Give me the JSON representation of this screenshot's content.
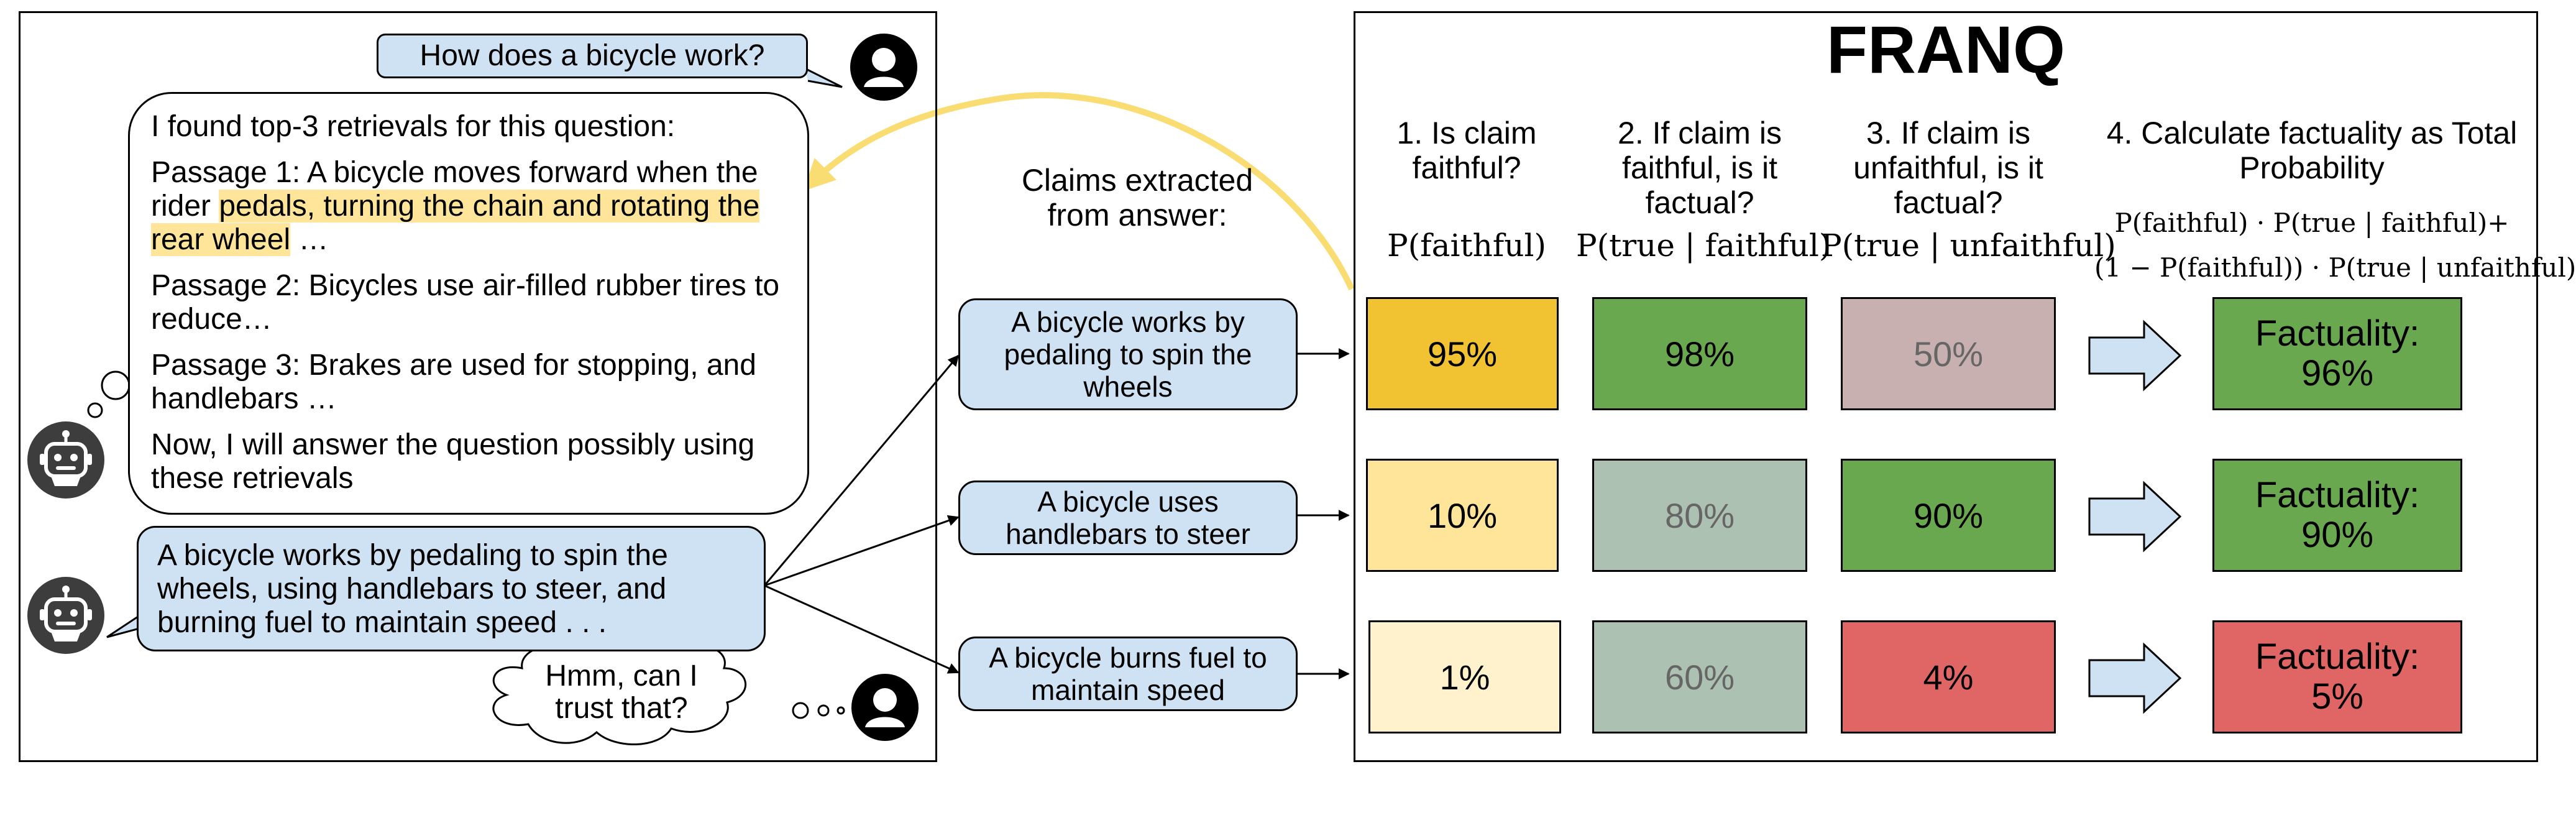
{
  "colors": {
    "claim_bg": "#cfe2f3",
    "highlight": "#ffe599",
    "arrow_yellow": "#f9dc72",
    "robot_gray": "#3d3d3d"
  },
  "chat": {
    "question": "How does a bicycle work?",
    "retrieval_intro": "I found top-3 retrievals for this question:",
    "passage1_prefix": "Passage 1: A bicycle moves forward when the rider ",
    "passage1_highlight": "pedals, turning the chain and rotating the rear wheel",
    "passage1_suffix": " …",
    "passage2": "Passage 2: Bicycles use air-filled rubber tires to reduce…",
    "passage3": "Passage 3: Brakes are used for stopping, and handlebars …",
    "answer_intro": "Now, I will answer the question possibly using these retrievals",
    "answer": "A bicycle works by pedaling to spin the wheels, using handlebars to steer, and burning fuel to maintain speed . . .",
    "doubt": "Hmm, can I trust that?",
    "icons": [
      "user-avatar-icon",
      "robot-icon",
      "thought-bubble-icon"
    ]
  },
  "claims_header": "Claims extracted from answer:",
  "claims": [
    "A bicycle works by pedaling to spin the wheels",
    "A bicycle uses handlebars to steer",
    "A bicycle burns fuel to maintain speed"
  ],
  "franq": {
    "title": "FRANQ",
    "columns": [
      {
        "heading": "1. Is claim faithful?",
        "formula": "P(faithful)"
      },
      {
        "heading": "2. If claim is faithful, is it factual?",
        "formula": "P(true | faithful)"
      },
      {
        "heading": "3. If claim is unfaithful, is it factual?",
        "formula": "P(true | unfaithful)"
      },
      {
        "heading": "4. Calculate factuality as Total Probability",
        "formula_line1": "P(faithful) · P(true | faithful)+",
        "formula_line2": "(1 − P(faithful)) · P(true | unfaithful)"
      }
    ],
    "rows": [
      {
        "faithful": "95%",
        "true_given_faithful": "98%",
        "true_given_unfaithful": "50%",
        "factuality_label": "Factuality:",
        "factuality": "96%",
        "colors": {
          "faithful": "#f1c232",
          "tgf": "#6aa84f",
          "tgu": "#c9b0b0",
          "fact": "#6aa84f"
        }
      },
      {
        "faithful": "10%",
        "true_given_faithful": "80%",
        "true_given_unfaithful": "90%",
        "factuality_label": "Factuality:",
        "factuality": "90%",
        "colors": {
          "faithful": "#ffe599",
          "tgf": "#adc1b2",
          "tgu": "#6aa84f",
          "fact": "#6aa84f"
        }
      },
      {
        "faithful": "1%",
        "true_given_faithful": "60%",
        "true_given_unfaithful": "4%",
        "factuality_label": "Factuality:",
        "factuality": "5%",
        "colors": {
          "faithful": "#fff2cc",
          "tgf": "#adc1b2",
          "tgu": "#e06666",
          "fact": "#e06666"
        }
      }
    ]
  }
}
